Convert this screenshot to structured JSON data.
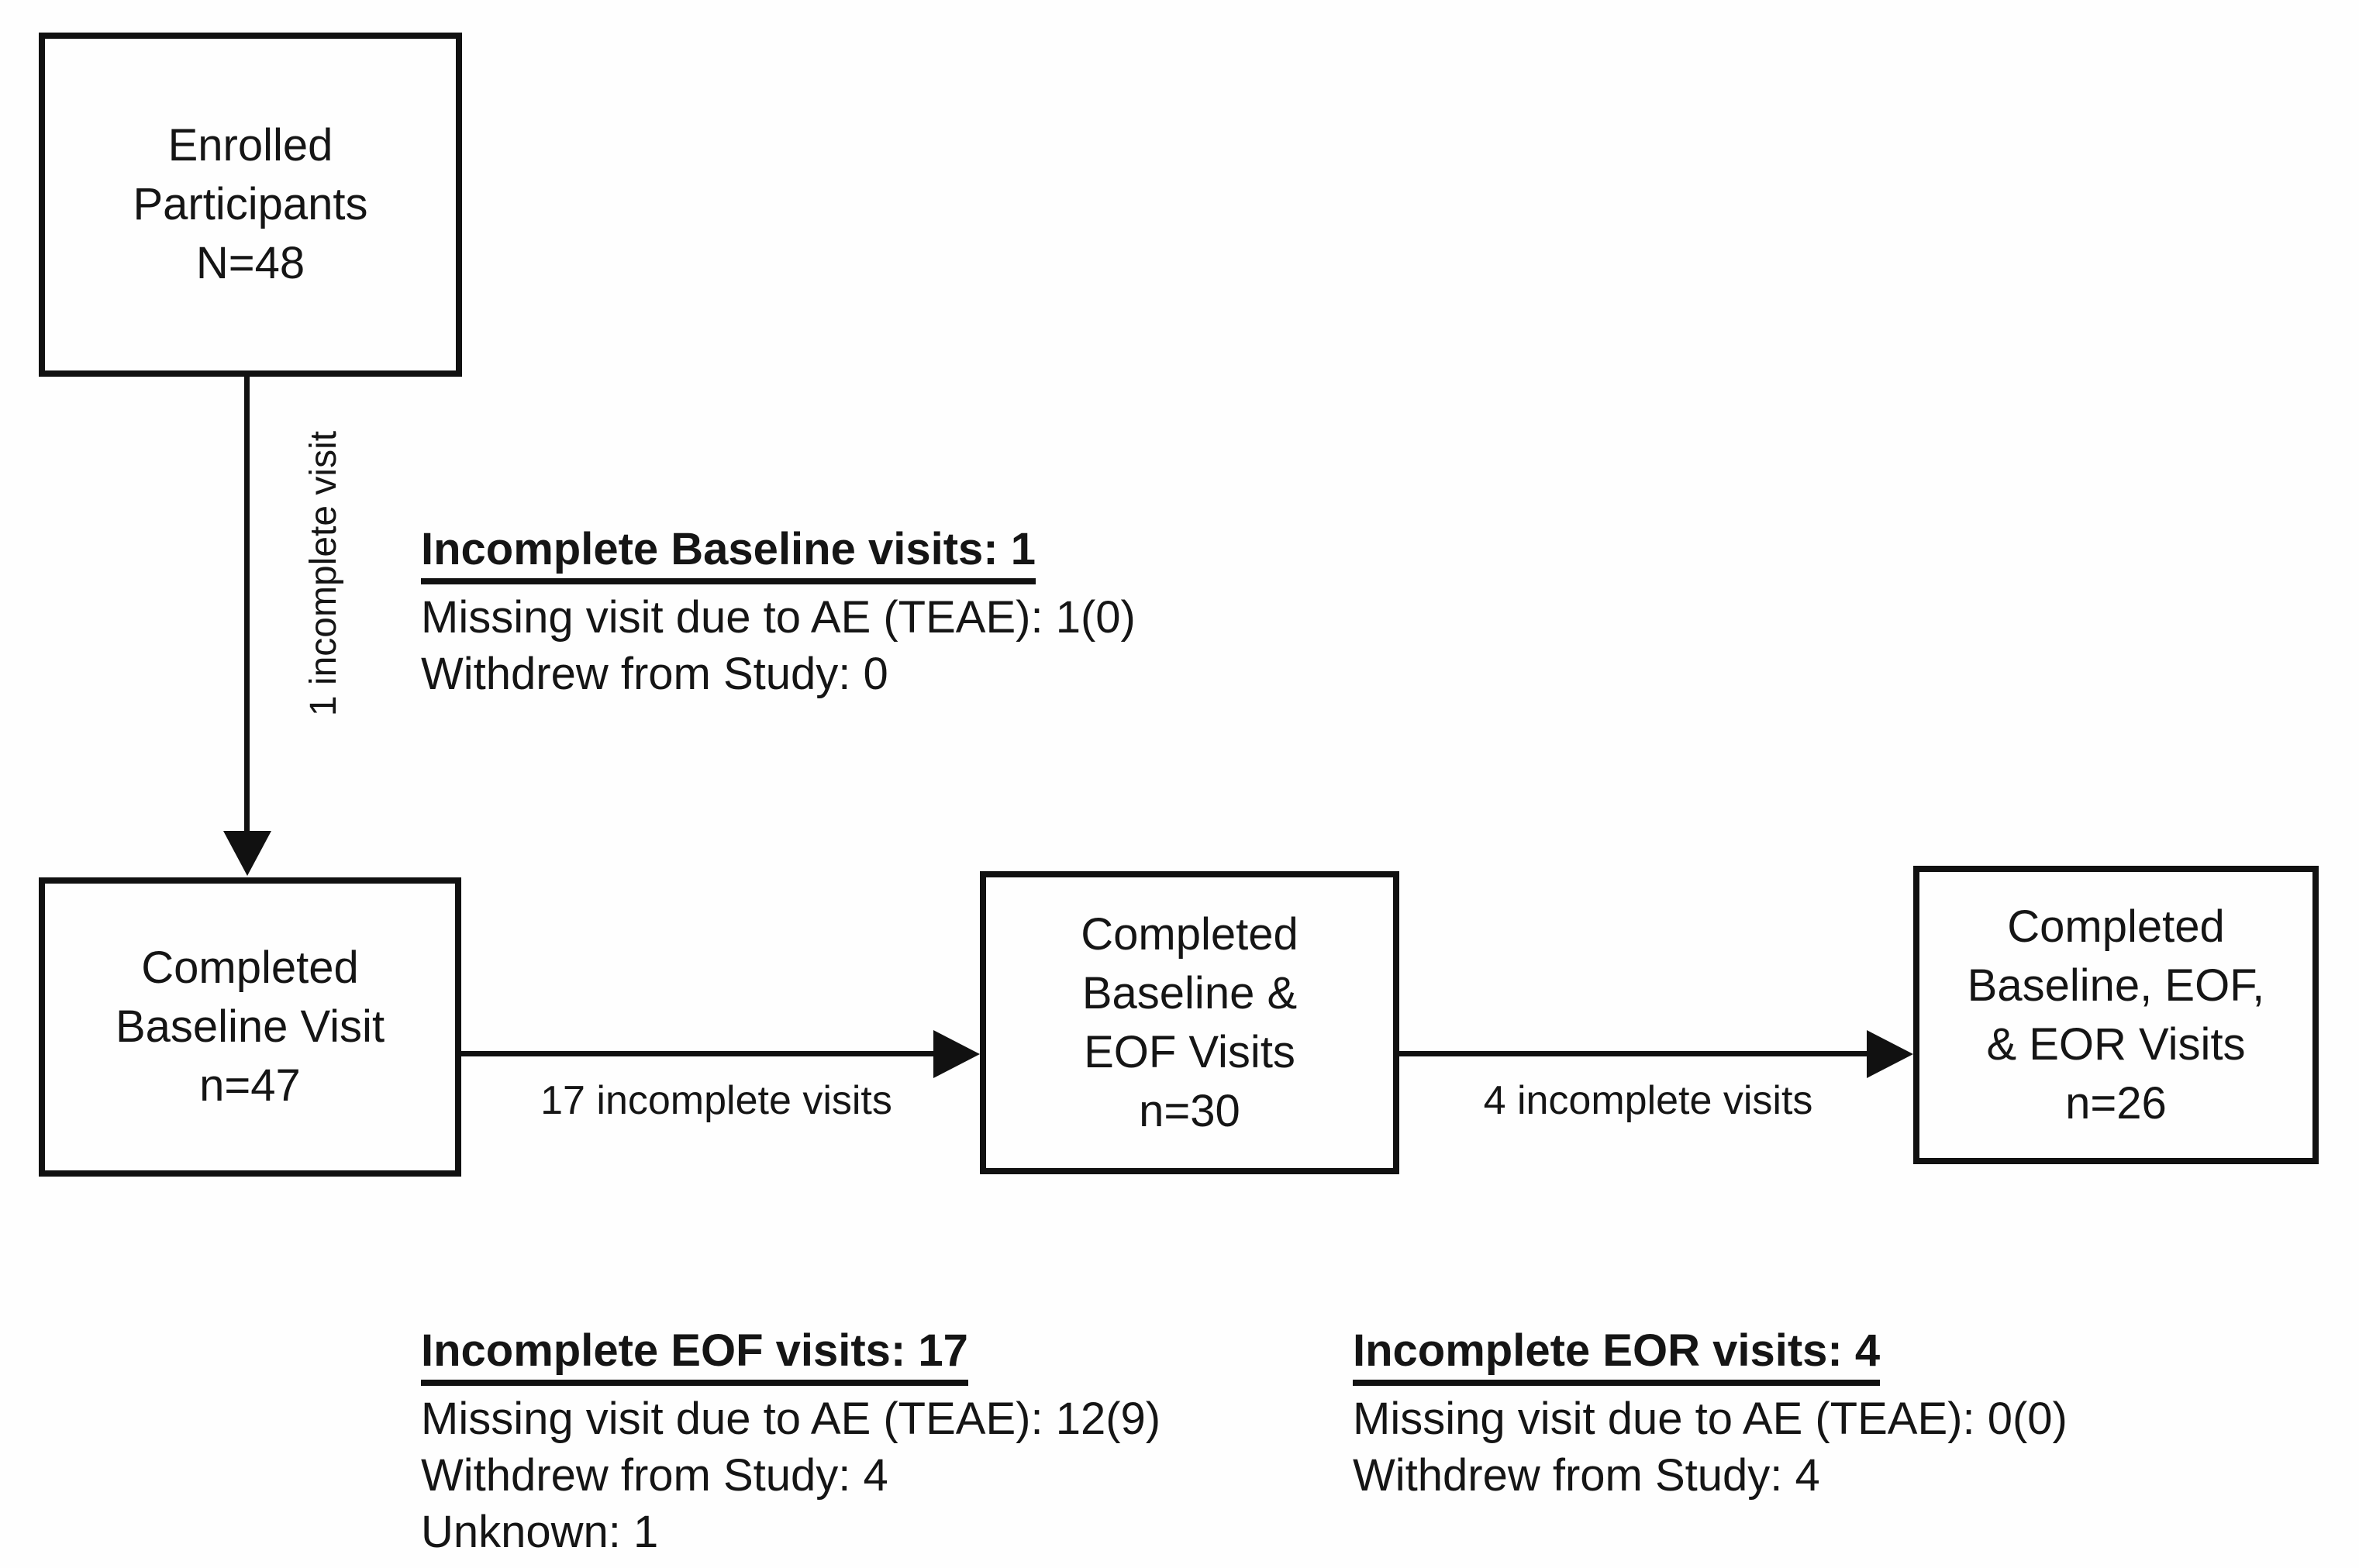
{
  "figure": {
    "colors": {
      "ink": "#151515",
      "line": "#111111",
      "background": "#fefefe"
    },
    "boxes": [
      {
        "id": "enrolled",
        "lines": [
          "Enrolled",
          "Participants",
          "N=48"
        ]
      },
      {
        "id": "baseline",
        "lines": [
          "Completed",
          "Baseline Visit",
          "n=47"
        ]
      },
      {
        "id": "baseline-eof",
        "lines": [
          "Completed",
          "Baseline &",
          "EOF Visits",
          "n=30"
        ]
      },
      {
        "id": "baseline-eof-eor",
        "lines": [
          "Completed",
          "Baseline, EOF,",
          "& EOR Visits",
          "n=26"
        ]
      }
    ],
    "arrow_labels": {
      "baseline": "1 incomplete visit",
      "eof": "17 incomplete visits",
      "eor": "4 incomplete visits"
    },
    "annotations": [
      {
        "title": "Incomplete Baseline visits: 1",
        "lines": [
          "Missing visit due to AE (TEAE): 1(0)",
          "Withdrew from Study: 0"
        ]
      },
      {
        "title": "Incomplete EOF visits: 17",
        "lines": [
          "Missing visit due to AE (TEAE): 12(9)",
          "Withdrew from Study: 4",
          "Unknown: 1"
        ]
      },
      {
        "title": "Incomplete EOR visits: 4",
        "lines": [
          "Missing visit due to AE (TEAE): 0(0)",
          "Withdrew from Study: 4"
        ]
      }
    ]
  }
}
